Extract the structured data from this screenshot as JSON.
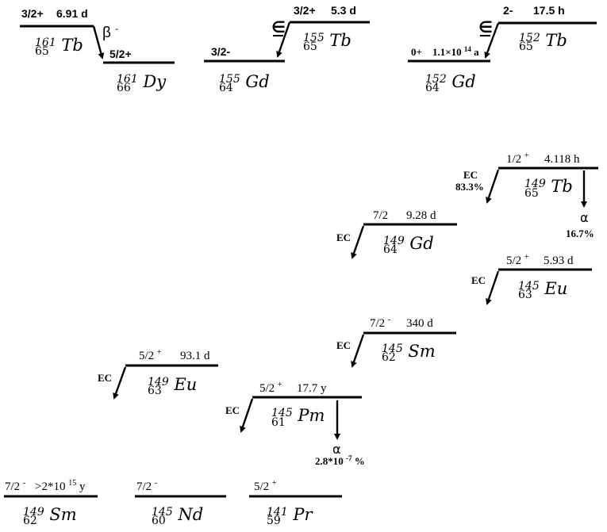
{
  "nuclides": {
    "tb161": {
      "mass": "161",
      "z": "65",
      "sym": "Tb",
      "spin": "3/2+",
      "half": "6.91 d"
    },
    "dy161": {
      "mass": "161",
      "z": "66",
      "sym": "Dy",
      "spin": "5/2+"
    },
    "gd155": {
      "mass": "155",
      "z": "64",
      "sym": "Gd",
      "spin": "3/2-"
    },
    "tb155": {
      "mass": "155",
      "z": "65",
      "sym": "Tb",
      "spin": "3/2+",
      "half": "5.3 d"
    },
    "gd152": {
      "mass": "152",
      "z": "64",
      "sym": "Gd",
      "spin": "0+",
      "half_mant": "1.1×10",
      "half_exp": "14",
      "half_unit": " a"
    },
    "tb152": {
      "mass": "152",
      "z": "65",
      "sym": "Tb",
      "spin": "2-",
      "half": "17.5 h"
    },
    "tb149": {
      "mass": "149",
      "z": "65",
      "sym": "Tb",
      "spin": "1/2",
      "parity": "+",
      "half": "4.118 h"
    },
    "gd149": {
      "mass": "149",
      "z": "64",
      "sym": "Gd",
      "spin": "7/2",
      "half": "9.28 d"
    },
    "eu145": {
      "mass": "145",
      "z": "63",
      "sym": "Eu",
      "spin": "5/2",
      "parity": "+",
      "half": "5.93 d"
    },
    "sm145": {
      "mass": "145",
      "z": "62",
      "sym": "Sm",
      "spin": "7/2",
      "parity": "-",
      "half": "340 d"
    },
    "eu149": {
      "mass": "149",
      "z": "63",
      "sym": "Eu",
      "spin": "5/2",
      "parity": "+",
      "half": "93.1 d"
    },
    "pm145": {
      "mass": "145",
      "z": "61",
      "sym": "Pm",
      "spin": "5/2",
      "parity": "+",
      "half": "17.7  y"
    },
    "sm149": {
      "mass": "149",
      "z": "62",
      "sym": "Sm",
      "spin": "7/2",
      "parity": "-",
      "half_pre": ">2*10",
      "half_exp": "15",
      "half_unit": " y"
    },
    "nd145": {
      "mass": "145",
      "z": "60",
      "sym": "Nd",
      "spin": "7/2",
      "parity": "-"
    },
    "pr141": {
      "mass": "141",
      "z": "59",
      "sym": "Pr",
      "spin": "5/2",
      "parity": "+"
    }
  },
  "decays": {
    "beta_minus": {
      "base": "β",
      "sup": "-"
    },
    "epsilon": "∈",
    "ec": "EC",
    "alpha": "α",
    "tb149_ec_pct": "83.3%",
    "tb149_alpha_pct": "16.7%",
    "pm145_alpha_mant": "2.8*10",
    "pm145_alpha_exp": "-7",
    "pm145_alpha_unit": " %"
  }
}
